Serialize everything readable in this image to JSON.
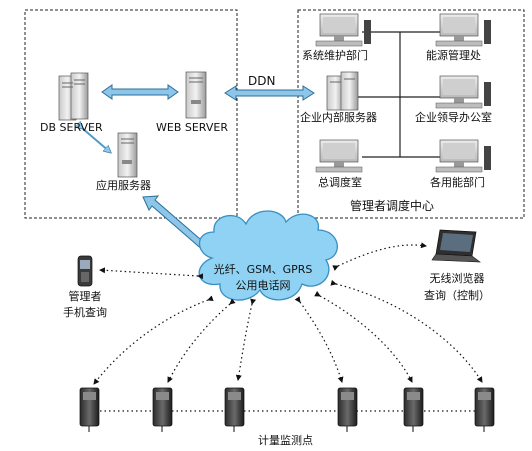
{
  "left_box": {
    "db_server": "DB  SERVER",
    "web_server": "WEB  SERVER",
    "app_server": "应用服务器"
  },
  "link_label": "DDN",
  "center_box": {
    "title": "管理者调度中心",
    "nodes": {
      "system_maintenance": "系统维护部门",
      "energy_management": "能源管理处",
      "enterprise_servers": "企业内部服务器",
      "leadership_office": "企业领导办公室",
      "dispatch_room": "总调度室",
      "departments": "各用能部门"
    }
  },
  "cloud": {
    "line1": "光纤、GSM、GPRS",
    "line2": "公用电话网"
  },
  "mobile": {
    "line1": "管理者",
    "line2": "手机查询"
  },
  "wireless": {
    "line1": "无线浏览器",
    "line2": "查询（控制）"
  },
  "meters_label": "计量监测点"
}
